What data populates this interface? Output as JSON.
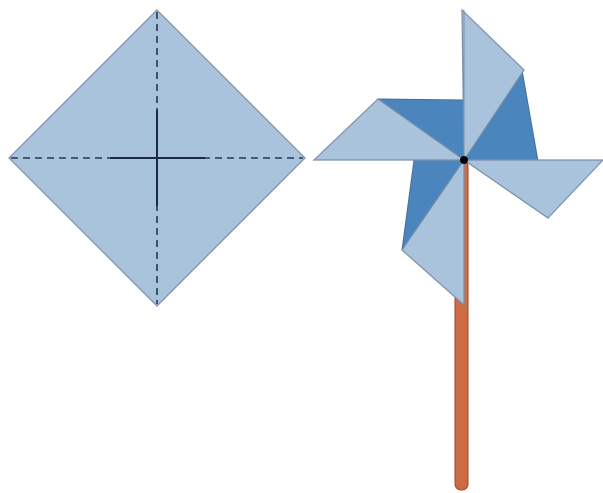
{
  "figure": {
    "colors": {
      "paper": "#a9c3dd",
      "paper_dark": "#4a86bd",
      "outline": "#7d8fa8",
      "fold_line": "#243a55",
      "stick": "#cf6b43",
      "stick_outline": "#9a4a2b",
      "pin": "#000000",
      "background": "#ffffff"
    },
    "square_paper": {
      "fold_lines": [
        "vertical-diagonal",
        "horizontal-diagonal"
      ],
      "cuts": [
        "center-cross"
      ]
    },
    "pinwheel": {
      "blades": 4,
      "rotation": "clockwise"
    }
  }
}
